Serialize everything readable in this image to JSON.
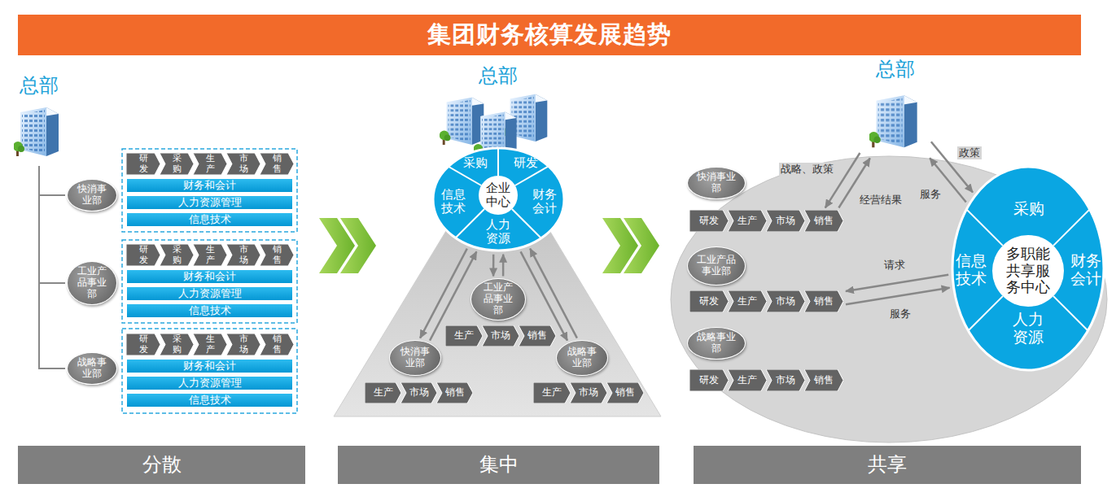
{
  "diagram": {
    "title": "集团财务核算发展趋势",
    "nodes": [
      {
        "text": [
          "总部"
        ]
      },
      {
        "text": [
          "快消事业部"
        ]
      },
      {
        "text": [
          "研发"
        ]
      },
      {
        "text": [
          "采购"
        ]
      },
      {
        "text": [
          "生产"
        ]
      },
      {
        "text": [
          "市场"
        ]
      },
      {
        "text": [
          "销售"
        ]
      },
      {
        "text": [
          "财务和会计"
        ]
      },
      {
        "text": [
          "人力资源管理"
        ]
      },
      {
        "text": [
          "信息技术"
        ]
      },
      {
        "text": [
          "工业产品事业部"
        ]
      },
      {
        "text": [
          "研发"
        ]
      },
      {
        "text": [
          "采购"
        ]
      },
      {
        "text": [
          "生产"
        ]
      },
      {
        "text": [
          "市场"
        ]
      },
      {
        "text": [
          "销售"
        ]
      },
      {
        "text": [
          "财务和会计"
        ]
      },
      {
        "text": [
          "人力资源管理"
        ]
      },
      {
        "text": [
          "信息技术"
        ]
      },
      {
        "text": [
          "战略事业部"
        ]
      },
      {
        "text": [
          "研发"
        ]
      },
      {
        "text": [
          "采购"
        ]
      },
      {
        "text": [
          "生产"
        ]
      },
      {
        "text": [
          "市场"
        ]
      },
      {
        "text": [
          "销售"
        ]
      },
      {
        "text": [
          "财务和会计"
        ]
      },
      {
        "text": [
          "人力资源管理"
        ]
      },
      {
        "text": [
          "信息技术"
        ]
      },
      {
        "text": [
          "分散"
        ]
      },
      {
        "text": [
          "总部"
        ]
      },
      {
        "text": [
          "企业中心"
        ]
      },
      {
        "text": [
          "采购"
        ],
        "in": 30
      },
      {
        "text": [
          "研发"
        ],
        "in": 30
      },
      {
        "text": [
          "信息技术"
        ],
        "in": 30
      },
      {
        "text": [
          "财务会计"
        ],
        "in": 30
      },
      {
        "text": [
          "人力资源"
        ],
        "in": 30
      },
      {
        "text": [
          "工业产品事业部"
        ]
      },
      {
        "text": [
          "生产"
        ]
      },
      {
        "text": [
          "市场"
        ]
      },
      {
        "text": [
          "销售"
        ]
      },
      {
        "text": [
          "快消事业部"
        ]
      },
      {
        "text": [
          "生产"
        ]
      },
      {
        "text": [
          "市场"
        ]
      },
      {
        "text": [
          "销售"
        ]
      },
      {
        "text": [
          "战略事业部"
        ]
      },
      {
        "text": [
          "生产"
        ]
      },
      {
        "text": [
          "市场"
        ]
      },
      {
        "text": [
          "销售"
        ]
      },
      {
        "text": [
          "集中"
        ]
      },
      {
        "text": [
          "总部"
        ]
      },
      {
        "text": [
          "快消事业部"
        ]
      },
      {
        "text": [
          "研发"
        ]
      },
      {
        "text": [
          "生产"
        ]
      },
      {
        "text": [
          "市场"
        ]
      },
      {
        "text": [
          "销售"
        ]
      },
      {
        "text": [
          "工业产品事业部"
        ]
      },
      {
        "text": [
          "研发"
        ]
      },
      {
        "text": [
          "生产"
        ]
      },
      {
        "text": [
          "市场"
        ]
      },
      {
        "text": [
          "销售"
        ]
      },
      {
        "text": [
          "战略事业部"
        ]
      },
      {
        "text": [
          "研发"
        ]
      },
      {
        "text": [
          "生产"
        ]
      },
      {
        "text": [
          "市场"
        ]
      },
      {
        "text": [
          "销售"
        ]
      },
      {
        "text": [
          "多职能共享服务中心"
        ]
      },
      {
        "text": [
          "采购"
        ],
        "in": 65
      },
      {
        "text": [
          "信息技术"
        ],
        "in": 65
      },
      {
        "text": [
          "财务会计"
        ],
        "in": 65
      },
      {
        "text": [
          "人力资源"
        ],
        "in": 65
      },
      {
        "text": [
          "共享"
        ]
      }
    ],
    "edges": [
      {
        "from": 0,
        "to": 1,
        "arrow": "none"
      },
      {
        "from": 0,
        "to": 10,
        "arrow": "none"
      },
      {
        "from": 0,
        "to": 19,
        "arrow": "none"
      },
      {
        "from": 30,
        "to": 40,
        "arrow": "to"
      },
      {
        "from": 40,
        "to": 30,
        "arrow": "to"
      },
      {
        "from": 30,
        "to": 36,
        "arrow": "to"
      },
      {
        "from": 36,
        "to": 30,
        "arrow": "to"
      },
      {
        "from": 30,
        "to": 44,
        "arrow": "to"
      },
      {
        "from": 44,
        "to": 30,
        "arrow": "to"
      },
      {
        "from": 49,
        "to": 54,
        "label": "战略、政策",
        "arrow": "to"
      },
      {
        "from": 54,
        "to": 49,
        "label": "经营结果",
        "arrow": "to"
      },
      {
        "from": 49,
        "to": 65,
        "label": "政策",
        "arrow": "to"
      },
      {
        "from": 65,
        "to": 49,
        "label": "服务",
        "arrow": "to"
      },
      {
        "from": 65,
        "to": 59,
        "label": "请求",
        "arrow": "to"
      },
      {
        "from": 59,
        "to": 65,
        "label": "服务",
        "arrow": "to"
      }
    ]
  }
}
